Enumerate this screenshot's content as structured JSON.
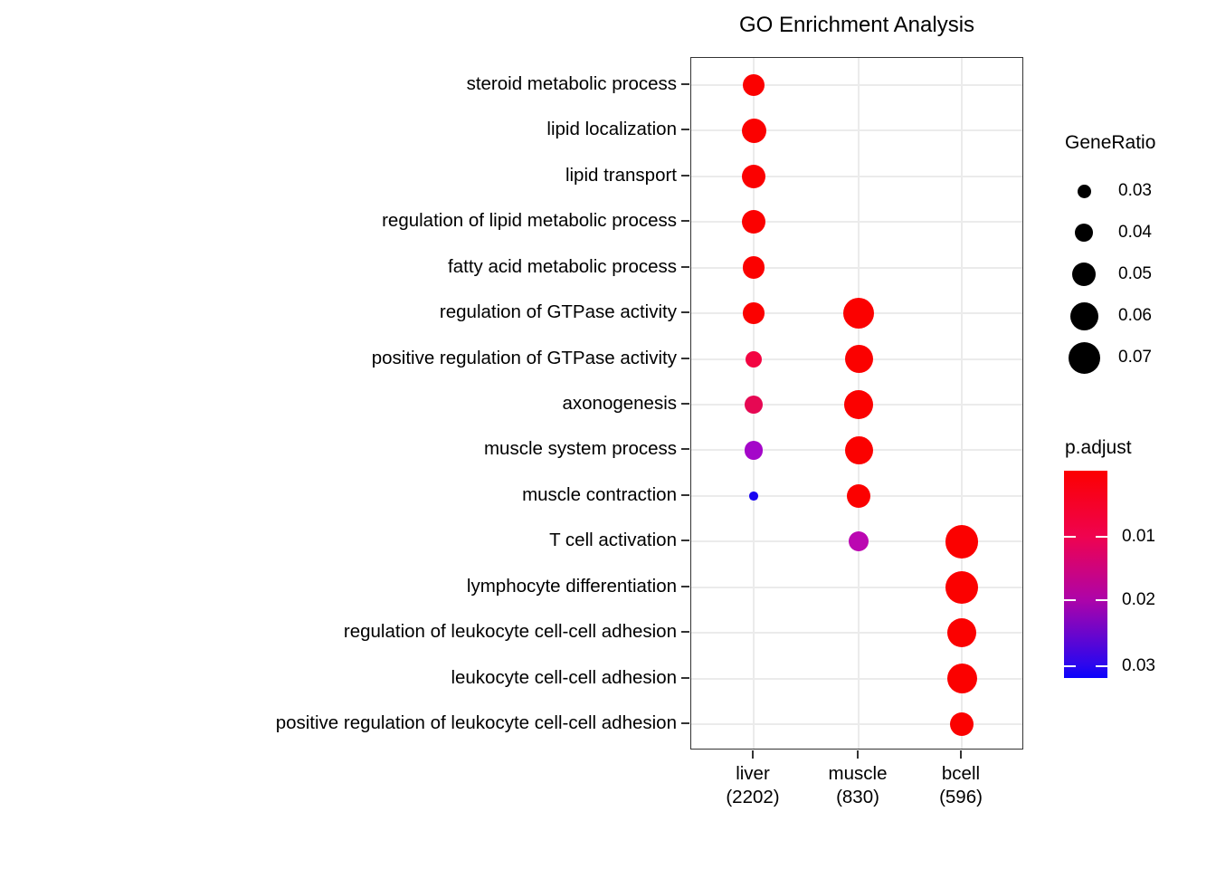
{
  "title": "GO Enrichment Analysis",
  "chart_data": {
    "type": "scatter",
    "subtype": "dotplot-bubble",
    "title": "GO Enrichment Analysis",
    "grid": true,
    "x_categories": [
      {
        "label": "liver",
        "count_label": "(2202)"
      },
      {
        "label": "muscle",
        "count_label": "(830)"
      },
      {
        "label": "bcell",
        "count_label": "(596)"
      }
    ],
    "y_categories": [
      "steroid metabolic process",
      "lipid localization",
      "lipid transport",
      "regulation of lipid metabolic process",
      "fatty acid metabolic process",
      "regulation of GTPase activity",
      "positive regulation of GTPase activity",
      "axonogenesis",
      "muscle system process",
      "muscle contraction",
      "T cell activation",
      "lymphocyte differentiation",
      "regulation of leukocyte cell-cell adhesion",
      "leukocyte cell-cell adhesion",
      "positive regulation of leukocyte cell-cell adhesion"
    ],
    "points": [
      {
        "x": "liver",
        "y": "steroid metabolic process",
        "gene_ratio": 0.048,
        "p_adjust": 0.002,
        "color": "#fb0100"
      },
      {
        "x": "liver",
        "y": "lipid localization",
        "gene_ratio": 0.052,
        "p_adjust": 0.002,
        "color": "#fb0100"
      },
      {
        "x": "liver",
        "y": "lipid transport",
        "gene_ratio": 0.05,
        "p_adjust": 0.002,
        "color": "#fb0100"
      },
      {
        "x": "liver",
        "y": "regulation of lipid metabolic process",
        "gene_ratio": 0.05,
        "p_adjust": 0.002,
        "color": "#fb0100"
      },
      {
        "x": "liver",
        "y": "fatty acid metabolic process",
        "gene_ratio": 0.048,
        "p_adjust": 0.002,
        "color": "#fb0100"
      },
      {
        "x": "liver",
        "y": "regulation of GTPase activity",
        "gene_ratio": 0.046,
        "p_adjust": 0.003,
        "color": "#fb0100"
      },
      {
        "x": "liver",
        "y": "positive regulation of GTPase activity",
        "gene_ratio": 0.036,
        "p_adjust": 0.006,
        "color": "#f30441"
      },
      {
        "x": "liver",
        "y": "axonogenesis",
        "gene_ratio": 0.04,
        "p_adjust": 0.009,
        "color": "#e60853"
      },
      {
        "x": "liver",
        "y": "muscle system process",
        "gene_ratio": 0.041,
        "p_adjust": 0.02,
        "color": "#a407c9"
      },
      {
        "x": "liver",
        "y": "muscle contraction",
        "gene_ratio": 0.018,
        "p_adjust": 0.031,
        "color": "#1a06f1"
      },
      {
        "x": "muscle",
        "y": "regulation of GTPase activity",
        "gene_ratio": 0.068,
        "p_adjust": 0.002,
        "color": "#fb0100"
      },
      {
        "x": "muscle",
        "y": "positive regulation of GTPase activity",
        "gene_ratio": 0.06,
        "p_adjust": 0.002,
        "color": "#fb0100"
      },
      {
        "x": "muscle",
        "y": "axonogenesis",
        "gene_ratio": 0.062,
        "p_adjust": 0.002,
        "color": "#fb0100"
      },
      {
        "x": "muscle",
        "y": "muscle system process",
        "gene_ratio": 0.06,
        "p_adjust": 0.002,
        "color": "#fb0100"
      },
      {
        "x": "muscle",
        "y": "muscle contraction",
        "gene_ratio": 0.051,
        "p_adjust": 0.003,
        "color": "#fb0100"
      },
      {
        "x": "muscle",
        "y": "T cell activation",
        "gene_ratio": 0.044,
        "p_adjust": 0.017,
        "color": "#bb07b1"
      },
      {
        "x": "bcell",
        "y": "T cell activation",
        "gene_ratio": 0.074,
        "p_adjust": 0.002,
        "color": "#fb0100"
      },
      {
        "x": "bcell",
        "y": "lymphocyte differentiation",
        "gene_ratio": 0.072,
        "p_adjust": 0.002,
        "color": "#fb0100"
      },
      {
        "x": "bcell",
        "y": "regulation of leukocyte cell-cell adhesion",
        "gene_ratio": 0.064,
        "p_adjust": 0.002,
        "color": "#fb0100"
      },
      {
        "x": "bcell",
        "y": "leukocyte cell-cell adhesion",
        "gene_ratio": 0.065,
        "p_adjust": 0.002,
        "color": "#fb0100"
      },
      {
        "x": "bcell",
        "y": "positive regulation of leukocyte cell-cell adhesion",
        "gene_ratio": 0.051,
        "p_adjust": 0.002,
        "color": "#fb0100"
      }
    ],
    "size_legend": {
      "title": "GeneRatio",
      "entries": [
        {
          "label": "0.03",
          "value": 0.03
        },
        {
          "label": "0.04",
          "value": 0.04
        },
        {
          "label": "0.05",
          "value": 0.05
        },
        {
          "label": "0.06",
          "value": 0.06
        },
        {
          "label": "0.07",
          "value": 0.07
        }
      ],
      "dot_color": "#000000"
    },
    "color_legend": {
      "title": "p.adjust",
      "ticks": [
        {
          "label": "0.01",
          "fraction": 0.317
        },
        {
          "label": "0.02",
          "fraction": 0.623
        },
        {
          "label": "0.03",
          "fraction": 0.943
        }
      ],
      "gradient_stops": [
        {
          "pos": "0%",
          "color": "#fc0000"
        },
        {
          "pos": "32%",
          "color": "#ef0350"
        },
        {
          "pos": "62%",
          "color": "#ae04a8"
        },
        {
          "pos": "94%",
          "color": "#2b07ee"
        },
        {
          "pos": "100%",
          "color": "#0b02fb"
        }
      ]
    },
    "style_colors": {
      "grid": "#ebebeb",
      "panel_border": "#333333",
      "tick": "#333333",
      "text": "#000000"
    }
  }
}
